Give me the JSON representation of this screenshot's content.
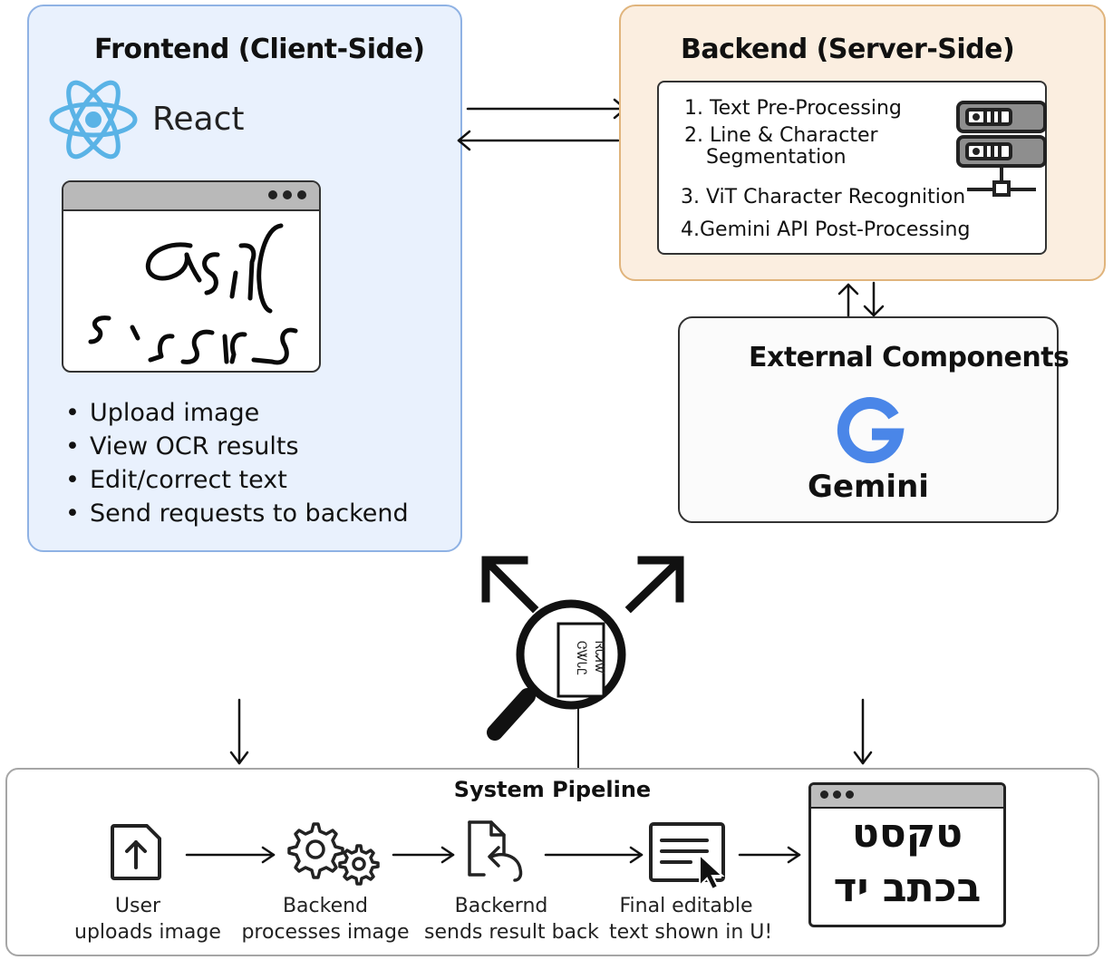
{
  "frontend": {
    "title": "Frontend (Client-Side)",
    "framework_label": "React",
    "features": [
      "Upload image",
      "View OCR results",
      "Edit/correct text",
      "Send requests to backend"
    ]
  },
  "backend": {
    "title": "Backend (Server-Side)",
    "steps": [
      "1. Text Pre-Processing",
      "2. Line & Character",
      "Segmentation",
      "3. ViT Character Recognition",
      "4.Gemini API Post-Processing"
    ]
  },
  "external": {
    "title": "External Components",
    "service_label": "Gemini"
  },
  "pipeline": {
    "title": "System Pipeline",
    "stages": [
      {
        "line1": "User",
        "line2": "uploads image"
      },
      {
        "line1": "Backend",
        "line2": "processes image"
      },
      {
        "line1": "Backernd",
        "line2": "sends result back"
      },
      {
        "line1": "Final editable",
        "line2": "text shown in U!"
      }
    ],
    "result_line1": "טקסט",
    "result_line2": "בכתב יד"
  },
  "magnifier_text": [
    "ᏒᏓᏗᏔ",
    "ᏣᏔᏓᏝ"
  ],
  "colors": {
    "frontend_bg": "#e9f1fd",
    "frontend_border": "#8fb2e4",
    "backend_bg": "#fbeee0",
    "backend_border": "#e0b47c",
    "react_blue": "#5ab3e6",
    "gemini_blue": "#4a86e8"
  },
  "icons": [
    "react-logo-icon",
    "server-icon",
    "google-g-icon",
    "upload-icon",
    "gears-icon",
    "document-return-icon",
    "editable-text-cursor-icon",
    "magnifier-icon"
  ]
}
